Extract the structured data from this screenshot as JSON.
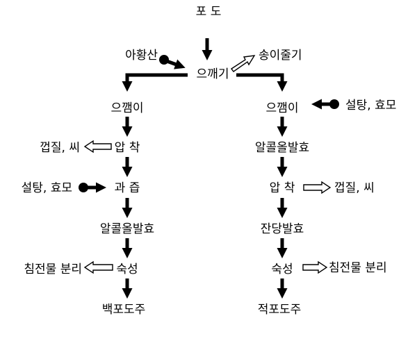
{
  "start": "포 도",
  "crushing": "으깨기",
  "sulfite": "아황산",
  "stems": "송이줄기",
  "white": {
    "step1": "으깸이",
    "step2": "압 착",
    "removed_skins": "껍질, 씨",
    "step3": "과 즙",
    "added": "설탕, 효모",
    "step4": "알콜올발효",
    "step5": "숙성",
    "removed_sediment": "침전물 분리",
    "product": "백포도주"
  },
  "red": {
    "step1": "으깸이",
    "added": "설탕, 효모",
    "step2": "알콜올발효",
    "step3": "압 착",
    "removed_skins": "껍질, 씨",
    "step4": "잔당발효",
    "step5": "숙성",
    "removed_sediment": "침전물 분리",
    "product": "적포도주"
  }
}
